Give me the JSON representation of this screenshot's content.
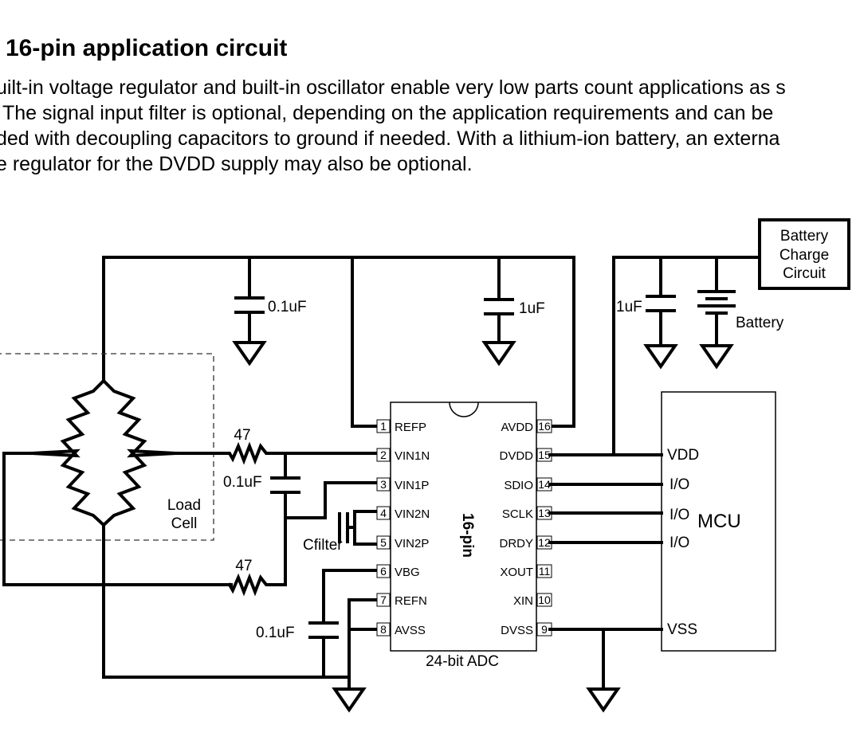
{
  "heading": "16-pin application circuit",
  "paragraph_lines": [
    "uilt-in voltage regulator and built-in oscillator enable very low parts count applications as s",
    "The signal input filter is optional, depending on the application requirements and can be",
    "ded with decoupling capacitors to ground if needed. With a lithium-ion battery, an externa",
    "e regulator for the DVDD supply may also be optional."
  ],
  "schematic": {
    "chip_name": "24-bit ADC",
    "chip_package": "16-pin",
    "pins_left": [
      {
        "num": "1",
        "name": "REFP"
      },
      {
        "num": "2",
        "name": "VIN1N"
      },
      {
        "num": "3",
        "name": "VIN1P"
      },
      {
        "num": "4",
        "name": "VIN2N"
      },
      {
        "num": "5",
        "name": "VIN2P"
      },
      {
        "num": "6",
        "name": "VBG"
      },
      {
        "num": "7",
        "name": "REFN"
      },
      {
        "num": "8",
        "name": "AVSS"
      }
    ],
    "pins_right": [
      {
        "num": "16",
        "name": "AVDD"
      },
      {
        "num": "15",
        "name": "DVDD"
      },
      {
        "num": "14",
        "name": "SDIO"
      },
      {
        "num": "13",
        "name": "SCLK"
      },
      {
        "num": "12",
        "name": "DRDY"
      },
      {
        "num": "11",
        "name": "XOUT"
      },
      {
        "num": "10",
        "name": "XIN"
      },
      {
        "num": "9",
        "name": "DVSS"
      }
    ],
    "mcu": {
      "name": "MCU",
      "pins": [
        "VDD",
        "I/O",
        "I/O",
        "I/O",
        "VSS"
      ]
    },
    "battery_charge_circuit": [
      "Battery",
      "Charge",
      "Circuit"
    ],
    "battery_label": "Battery",
    "load_cell": [
      "Load",
      "Cell"
    ],
    "components": {
      "cap_top_left": "0.1uF",
      "cap_top_right": "1uF",
      "cap_supply": "1uF",
      "res_top": "47",
      "res_bottom": "47",
      "cap_input": "0.1uF",
      "cap_filter": "Cfilter",
      "cap_vbg": "0.1uF"
    }
  }
}
